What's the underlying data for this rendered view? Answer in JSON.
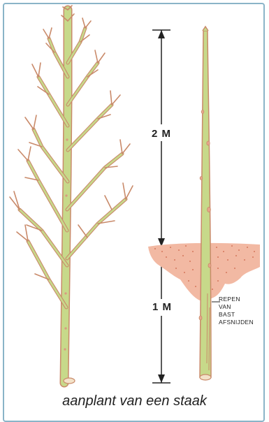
{
  "labels": {
    "height_top": "2 M",
    "height_bottom": "1 M",
    "bark_note": [
      "REPEN",
      "VAN",
      "BAST",
      "AFSNIJDEN"
    ]
  },
  "caption": "aanplant van een staak",
  "colors": {
    "border": "#8ab4c8",
    "stem_fill": "#c7d98a",
    "stem_outline": "#c98a6a",
    "soil": "#f2b9a3",
    "soil_dots": "#d4785c",
    "dimension_line": "#222222"
  }
}
